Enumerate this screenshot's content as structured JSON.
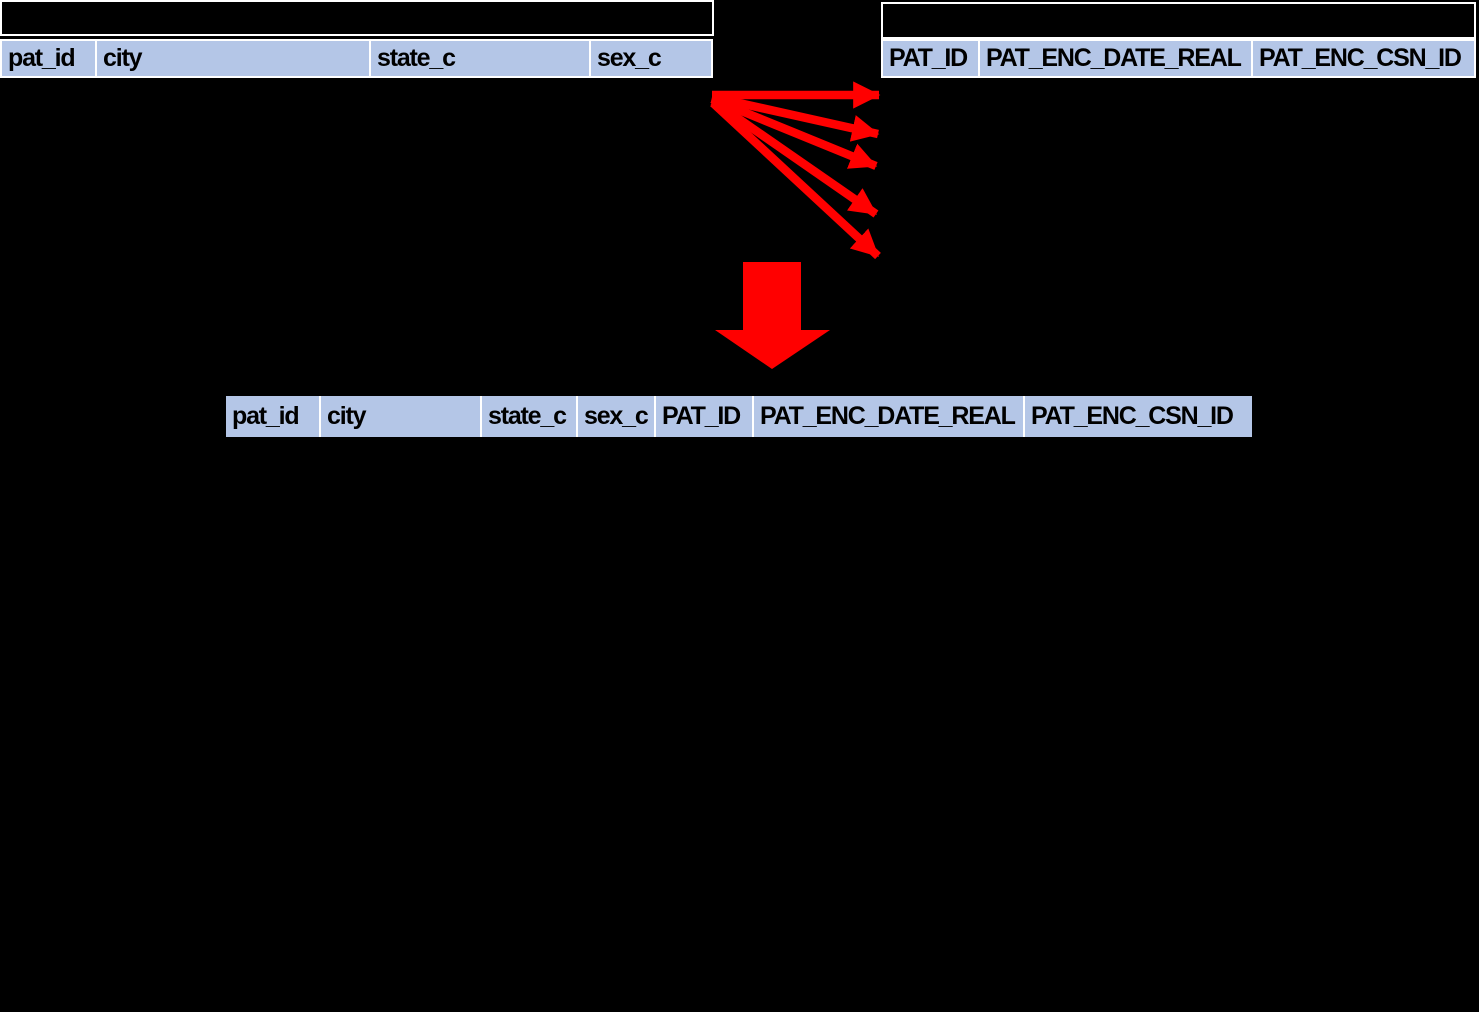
{
  "tables": {
    "patient": {
      "columns": [
        "pat_id",
        "city",
        "state_c",
        "sex_c"
      ]
    },
    "encounter": {
      "columns": [
        "PAT_ID",
        "PAT_ENC_DATE_REAL",
        "PAT_ENC_CSN_ID"
      ]
    },
    "merged": {
      "columns": [
        "pat_id",
        "city",
        "state_c",
        "sex_c",
        "PAT_ID",
        "PAT_ENC_DATE_REAL",
        "PAT_ENC_CSN_ID"
      ]
    }
  },
  "arrows": {
    "fan_count": 5
  },
  "colors": {
    "background": "#000000",
    "header_fill": "#b4c6e7",
    "header_text": "#000000",
    "grid_border": "#ffffff",
    "arrow_red": "#ff0000"
  }
}
